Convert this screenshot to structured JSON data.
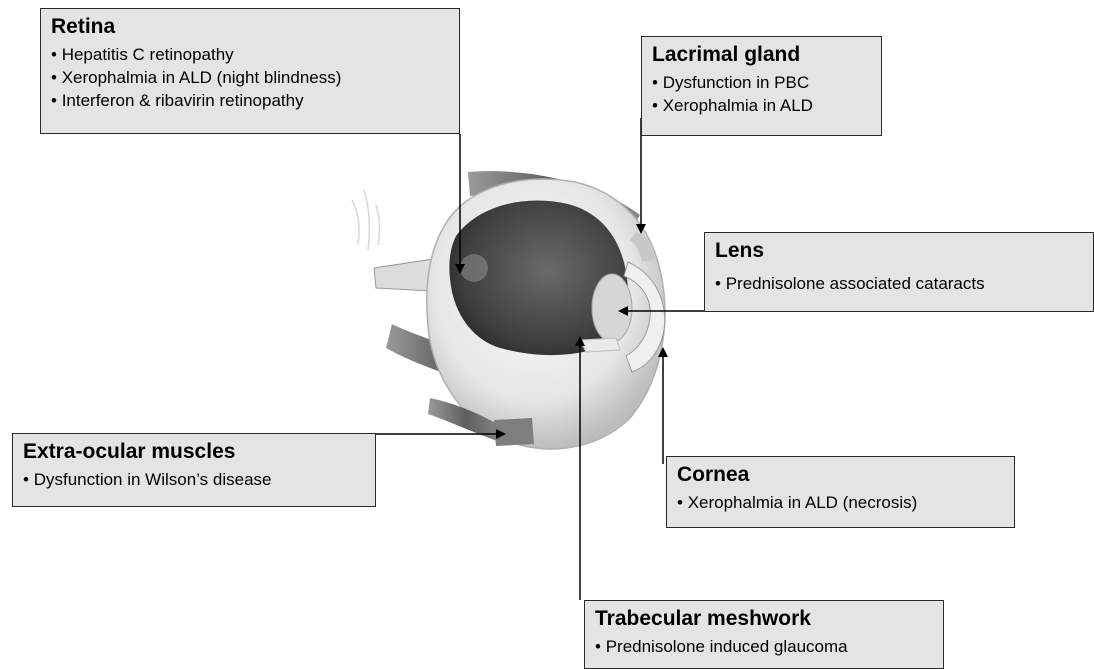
{
  "labels": {
    "retina": {
      "title": "Retina",
      "items": [
        "Hepatitis C retinopathy",
        "Xerophalmia in ALD (night blindness)",
        "Interferon & ribavirin retinopathy"
      ]
    },
    "lacrimal": {
      "title": "Lacrimal gland",
      "items": [
        "Dysfunction in PBC",
        "Xerophalmia in ALD"
      ]
    },
    "lens": {
      "title": "Lens",
      "items": [
        "Prednisolone associated cataracts"
      ]
    },
    "extraocular": {
      "title": "Extra-ocular muscles",
      "items": [
        "Dysfunction in Wilson’s disease"
      ]
    },
    "cornea": {
      "title": "Cornea",
      "items": [
        "Xerophalmia in ALD (necrosis)"
      ]
    },
    "trabecular": {
      "title": "Trabecular meshwork",
      "items": [
        "Prednisolone induced glaucoma"
      ]
    }
  },
  "colors": {
    "box_fill": "#e4e4e4",
    "box_border": "#2a2a2a",
    "eye_shell": "#e8e8e8",
    "eye_interior": "#4a4a4a",
    "muscle": "#6e6e6e",
    "arrow": "#000000"
  }
}
